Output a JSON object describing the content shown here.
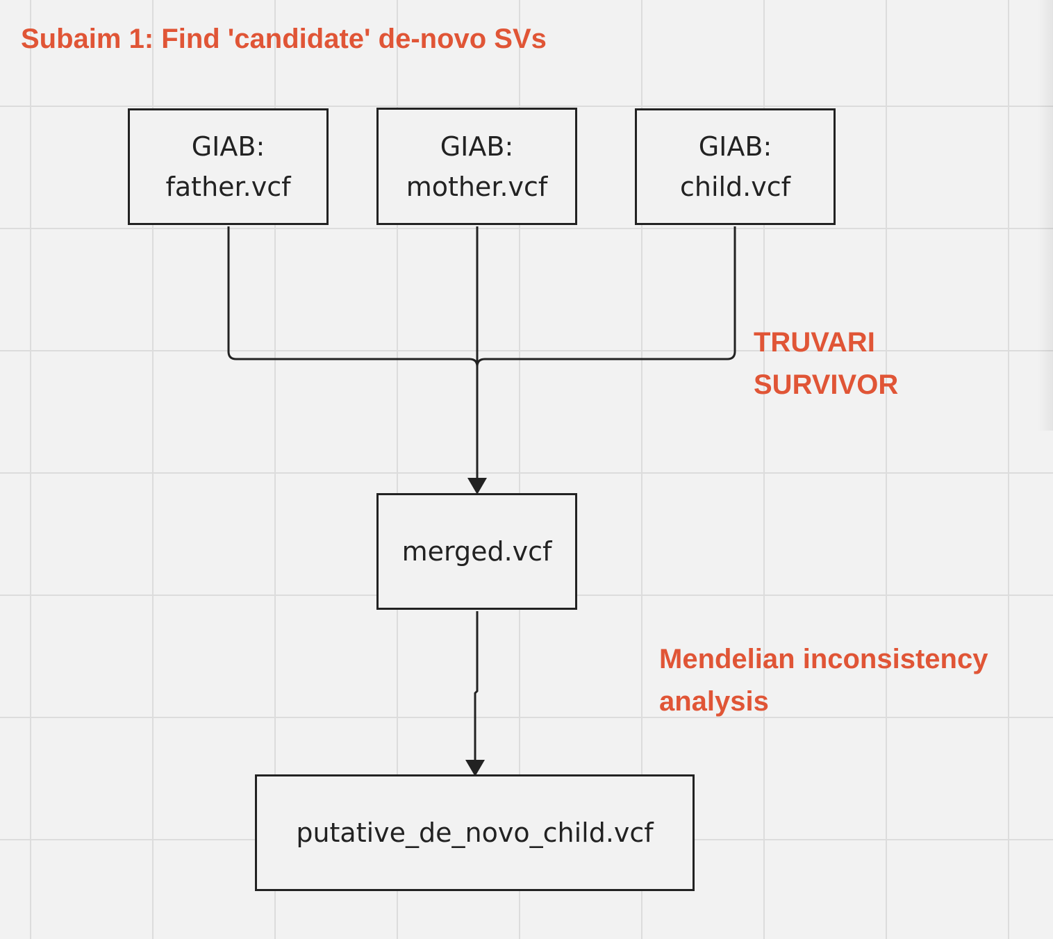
{
  "title": "Subaim 1: Find 'candidate' de-novo SVs",
  "nodes": {
    "father": {
      "line1": "GIAB:",
      "line2": "father.vcf"
    },
    "mother": {
      "line1": "GIAB:",
      "line2": "mother.vcf"
    },
    "child": {
      "line1": "GIAB:",
      "line2": "child.vcf"
    },
    "merged": {
      "label": "merged.vcf"
    },
    "output": {
      "label": "putative_de_novo_child.vcf"
    }
  },
  "edge_labels": {
    "merge_step": [
      "TRUVARI",
      "SURVIVOR"
    ],
    "analysis_step": [
      "Mendelian inconsistency",
      "analysis"
    ]
  },
  "colors": {
    "accent": "#e05536",
    "stroke": "#222222",
    "background": "#f2f2f2",
    "grid": "#dcdcdc"
  }
}
